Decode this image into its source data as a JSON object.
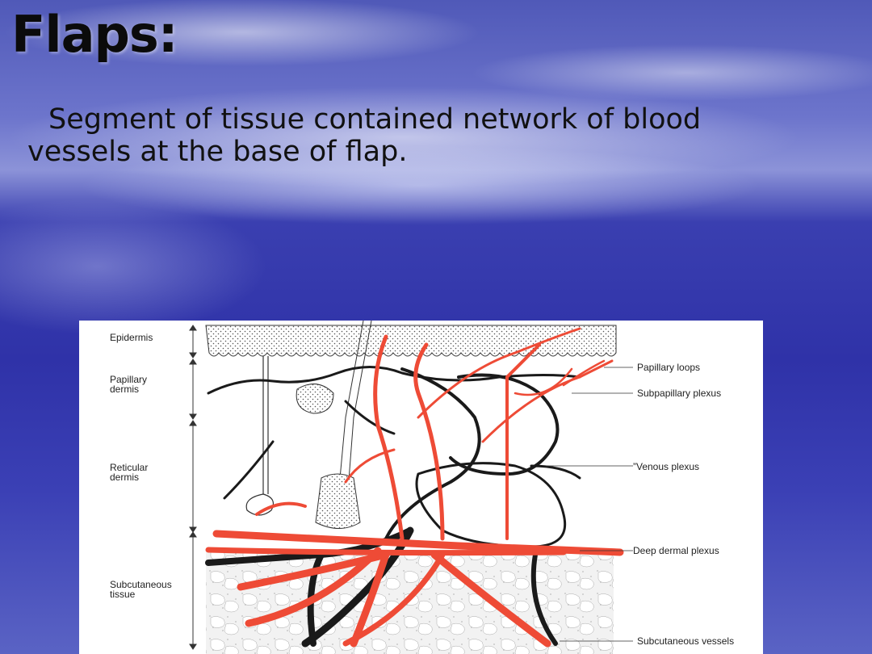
{
  "slide": {
    "title": "Flaps:",
    "body": "Segment of tissue contained network of blood vessels at the base of flap."
  },
  "diagram": {
    "layers": [
      {
        "name": "Epidermis"
      },
      {
        "name": "Papillary dermis",
        "lines": [
          "Papillary",
          "dermis"
        ]
      },
      {
        "name": "Reticular dermis",
        "lines": [
          "Reticular",
          "dermis"
        ]
      },
      {
        "name": "Subcutaneous tissue",
        "lines": [
          "Subcutaneous",
          "tissue"
        ]
      }
    ],
    "callouts": [
      "Papillary loops",
      "Subpapillary plexus",
      "”Venous plexus",
      "Deep dermal plexus",
      "Subcutaneous vessels"
    ],
    "colors": {
      "artery": "#ee4b36",
      "vein": "#1a1a1a",
      "background_blue": "#3a3fb0"
    }
  }
}
